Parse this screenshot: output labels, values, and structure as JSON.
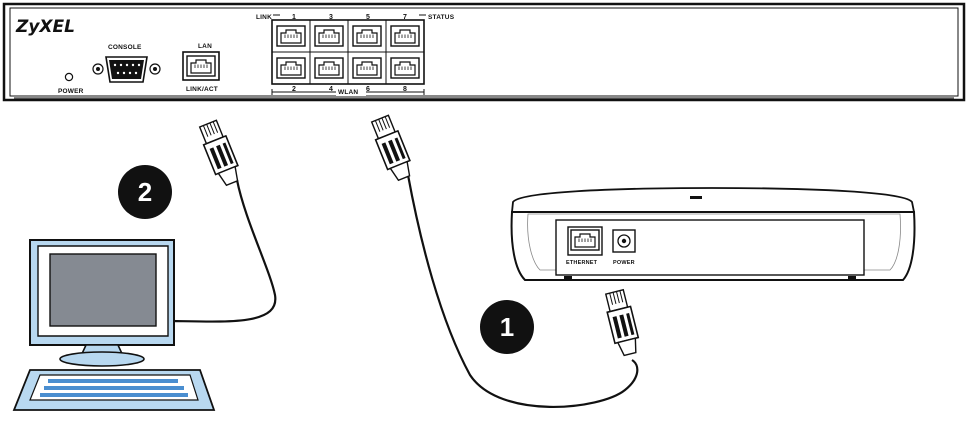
{
  "switch": {
    "brand": "ZyXEL",
    "console_label": "CONSOLE",
    "power_label": "POWER",
    "lan_label": "LAN",
    "link_act_label": "LINK/ACT",
    "link_label": "LINK",
    "status_label": "STATUS",
    "wlan_label": "WLAN",
    "top_numbers": [
      "1",
      "3",
      "5",
      "7"
    ],
    "bottom_numbers": [
      "2",
      "4",
      "6",
      "8"
    ]
  },
  "access_point": {
    "ethernet_label": "ETHERNET",
    "power_label": "POWER"
  },
  "steps": [
    {
      "number": "1"
    },
    {
      "number": "2"
    }
  ]
}
